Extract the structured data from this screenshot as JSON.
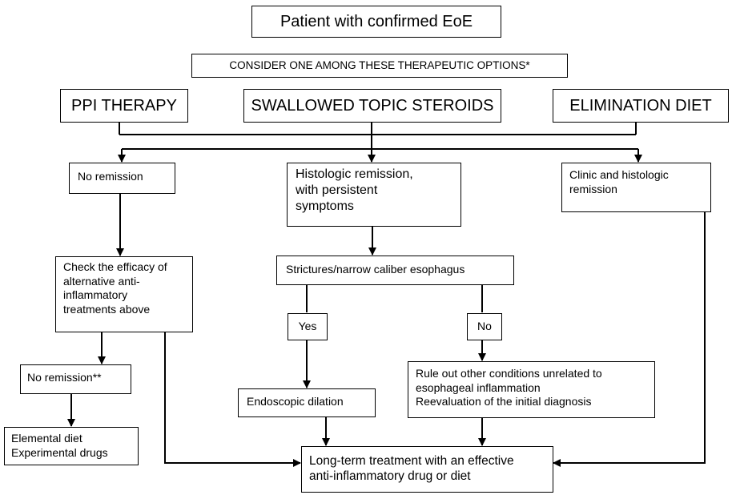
{
  "nodes": {
    "start": {
      "lines": [
        "Patient with confirmed EoE"
      ]
    },
    "consider": {
      "lines": [
        "CONSIDER  ONE  AMONG  THESE  THERAPEUTIC  OPTIONS*"
      ]
    },
    "ppi": {
      "lines": [
        "PPI THERAPY"
      ]
    },
    "steroids": {
      "lines": [
        "SWALLOWED TOPIC STEROIDS"
      ]
    },
    "diet": {
      "lines": [
        "ELIMINATION DIET"
      ]
    },
    "no_remission": {
      "lines": [
        "No remission"
      ]
    },
    "histologic": {
      "lines": [
        "Histologic remission,",
        "with persistent",
        "symptoms"
      ]
    },
    "clinic": {
      "lines": [
        "Clinic and histologic",
        "remission"
      ]
    },
    "check": {
      "lines": [
        "Check the efficacy of",
        "alternative anti-",
        "inflammatory",
        "treatments above"
      ]
    },
    "strictures": {
      "lines": [
        "Strictures/narrow caliber esophagus"
      ]
    },
    "yes": {
      "lines": [
        "Yes"
      ]
    },
    "no": {
      "lines": [
        "No"
      ]
    },
    "no_remission2": {
      "lines": [
        "No remission**"
      ]
    },
    "rule_out": {
      "lines": [
        "Rule out other conditions unrelated to",
        "esophageal inflammation",
        "Reevaluation of the initial diagnosis"
      ]
    },
    "dilation": {
      "lines": [
        "Endoscopic dilation"
      ]
    },
    "elemental": {
      "lines": [
        "Elemental diet",
        "Experimental drugs"
      ]
    },
    "longterm": {
      "lines": [
        "Long-term treatment with an effective",
        "anti-inflammatory  drug or diet"
      ]
    }
  }
}
